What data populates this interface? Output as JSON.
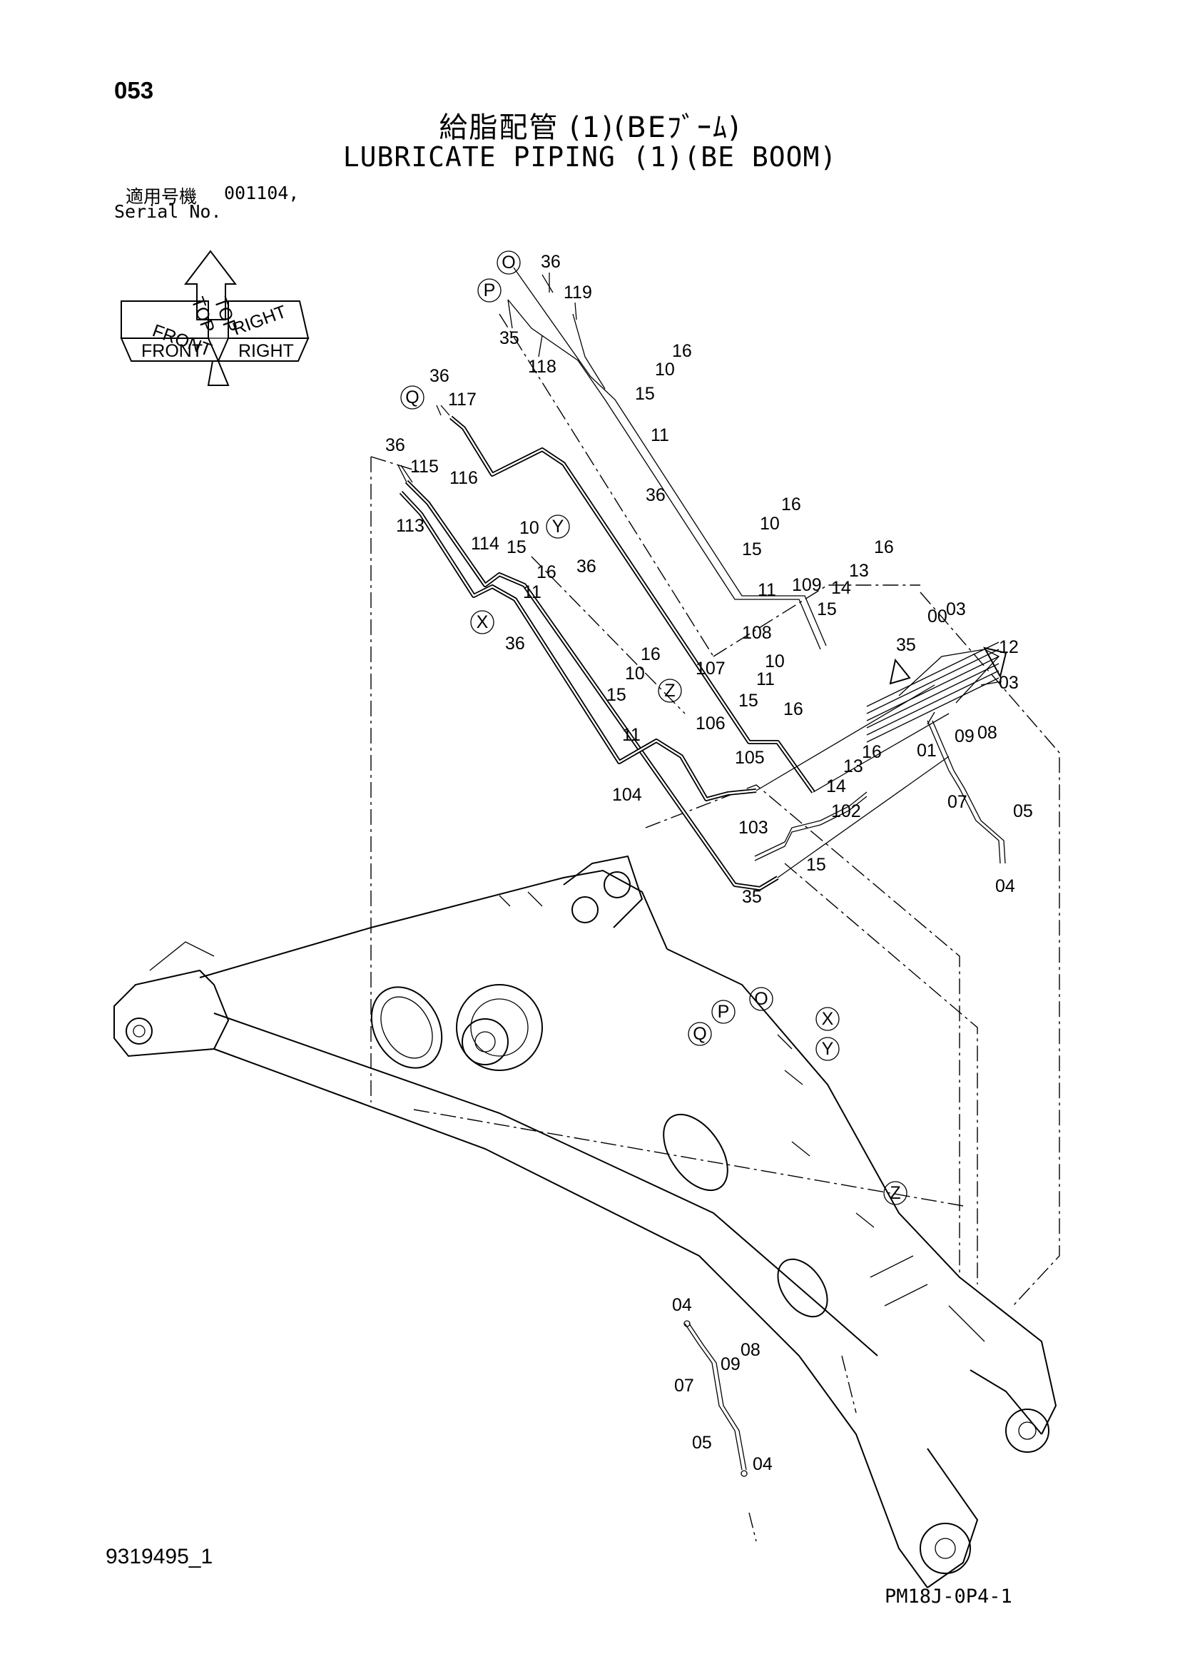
{
  "header": {
    "page_number": "053",
    "title_jp": "給脂配管 (1)(BEﾌﾞｰﾑ)",
    "title_en": "LUBRICATE PIPING (1)(BE BOOM)",
    "serial_label_jp": "適用号機",
    "serial_value": "001104,",
    "serial_label_en": "Serial No."
  },
  "orientation": {
    "top": "TOP",
    "front": "FRONT",
    "right": "RIGHT"
  },
  "part_labels": [
    {
      "id": "p36a",
      "text": "36"
    },
    {
      "id": "p119",
      "text": "119"
    },
    {
      "id": "p35a",
      "text": "35"
    },
    {
      "id": "p118",
      "text": "118"
    },
    {
      "id": "p10a",
      "text": "10"
    },
    {
      "id": "p16a",
      "text": "16"
    },
    {
      "id": "p15a",
      "text": "15"
    },
    {
      "id": "p11a",
      "text": "11"
    },
    {
      "id": "p36b",
      "text": "36"
    },
    {
      "id": "p36c",
      "text": "36"
    },
    {
      "id": "p117",
      "text": "117"
    },
    {
      "id": "p116",
      "text": "116"
    },
    {
      "id": "p36d",
      "text": "36"
    },
    {
      "id": "p115",
      "text": "115"
    },
    {
      "id": "p113",
      "text": "113"
    },
    {
      "id": "p114",
      "text": "114"
    },
    {
      "id": "p15b",
      "text": "15"
    },
    {
      "id": "p10b",
      "text": "10"
    },
    {
      "id": "p16b",
      "text": "16"
    },
    {
      "id": "p11b",
      "text": "11"
    },
    {
      "id": "p36e",
      "text": "36"
    },
    {
      "id": "p36f",
      "text": "36"
    },
    {
      "id": "p10c",
      "text": "10"
    },
    {
      "id": "p16c",
      "text": "16"
    },
    {
      "id": "p15c",
      "text": "15"
    },
    {
      "id": "p11c",
      "text": "11"
    },
    {
      "id": "p108",
      "text": "108"
    },
    {
      "id": "p109",
      "text": "109"
    },
    {
      "id": "p14a",
      "text": "14"
    },
    {
      "id": "p13a",
      "text": "13"
    },
    {
      "id": "p16d",
      "text": "16"
    },
    {
      "id": "p15d",
      "text": "15"
    },
    {
      "id": "p00",
      "text": "00"
    },
    {
      "id": "p03a",
      "text": "03"
    },
    {
      "id": "p35b",
      "text": "35"
    },
    {
      "id": "p12",
      "text": "12"
    },
    {
      "id": "p03b",
      "text": "03"
    },
    {
      "id": "p16e",
      "text": "16"
    },
    {
      "id": "p10d",
      "text": "10"
    },
    {
      "id": "p15e",
      "text": "15"
    },
    {
      "id": "p11d",
      "text": "11"
    },
    {
      "id": "p107",
      "text": "107"
    },
    {
      "id": "p106",
      "text": "106"
    },
    {
      "id": "p10e",
      "text": "10"
    },
    {
      "id": "p11e",
      "text": "11"
    },
    {
      "id": "p15f",
      "text": "15"
    },
    {
      "id": "p16f",
      "text": "16"
    },
    {
      "id": "p105",
      "text": "105"
    },
    {
      "id": "p104",
      "text": "104"
    },
    {
      "id": "p01",
      "text": "01"
    },
    {
      "id": "p09a",
      "text": "09"
    },
    {
      "id": "p08a",
      "text": "08"
    },
    {
      "id": "p07a",
      "text": "07"
    },
    {
      "id": "p05a",
      "text": "05"
    },
    {
      "id": "p04a",
      "text": "04"
    },
    {
      "id": "p16g",
      "text": "16"
    },
    {
      "id": "p13b",
      "text": "13"
    },
    {
      "id": "p14b",
      "text": "14"
    },
    {
      "id": "p103",
      "text": "103"
    },
    {
      "id": "p102",
      "text": "102"
    },
    {
      "id": "p15g",
      "text": "15"
    },
    {
      "id": "p35c",
      "text": "35"
    },
    {
      "id": "p04b",
      "text": "04"
    },
    {
      "id": "p09b",
      "text": "09"
    },
    {
      "id": "p08b",
      "text": "08"
    },
    {
      "id": "p07b",
      "text": "07"
    },
    {
      "id": "p05b",
      "text": "05"
    },
    {
      "id": "p04c",
      "text": "04"
    }
  ],
  "callouts": [
    {
      "id": "c-o1",
      "text": "O"
    },
    {
      "id": "c-p1",
      "text": "P"
    },
    {
      "id": "c-q1",
      "text": "Q"
    },
    {
      "id": "c-y1",
      "text": "Y"
    },
    {
      "id": "c-x1",
      "text": "X"
    },
    {
      "id": "c-z1",
      "text": "Z"
    },
    {
      "id": "c-o2",
      "text": "O"
    },
    {
      "id": "c-p2",
      "text": "P"
    },
    {
      "id": "c-q2",
      "text": "Q"
    },
    {
      "id": "c-x2",
      "text": "X"
    },
    {
      "id": "c-y2",
      "text": "Y"
    },
    {
      "id": "c-z2",
      "text": "Z"
    }
  ],
  "footer": {
    "drawing_number": "9319495_1",
    "page_code": "PM18J-0P4-1"
  }
}
